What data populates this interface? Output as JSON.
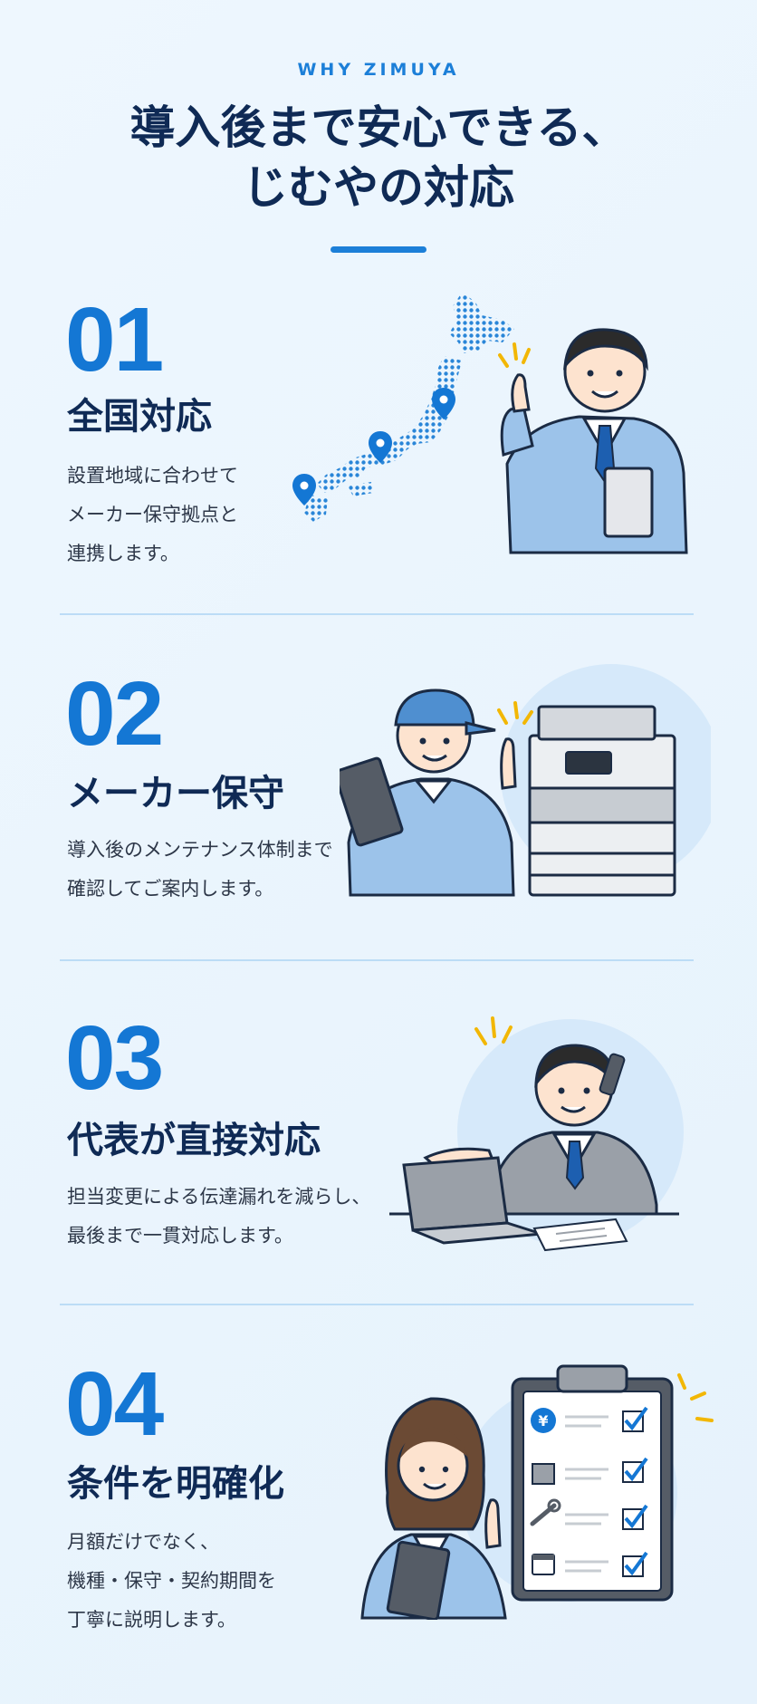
{
  "eyebrow": "WHY ZIMUYA",
  "title": {
    "line1": "導入後まで安心できる、",
    "line2": "じむやの対応"
  },
  "sections": [
    {
      "number": "01",
      "heading": "全国対応",
      "body": [
        "設置地域に合わせて",
        "メーカー保守拠点と",
        "連携します。"
      ],
      "illustration": "japan-map-and-businessman"
    },
    {
      "number": "02",
      "heading": "メーカー保守",
      "body": [
        "導入後のメンテナンス体制まで",
        "確認してご案内します。"
      ],
      "illustration": "technician-and-copier"
    },
    {
      "number": "03",
      "heading": "代表が直接対応",
      "body": [
        "担当変更による伝達漏れを減らし、",
        "最後まで一貫対応します。"
      ],
      "illustration": "representative-on-phone"
    },
    {
      "number": "04",
      "heading": "条件を明確化",
      "body": [
        "月額だけでなく、",
        "機種・保守・契約期間を",
        "丁寧に説明します。"
      ],
      "illustration": "woman-and-checklist"
    }
  ],
  "checklist": {
    "currency_symbol": "¥"
  },
  "colors": {
    "accent": "#1477d4",
    "navy": "#0f2a55",
    "suit": "#9cc3ea",
    "divider": "#bcdcf6"
  }
}
